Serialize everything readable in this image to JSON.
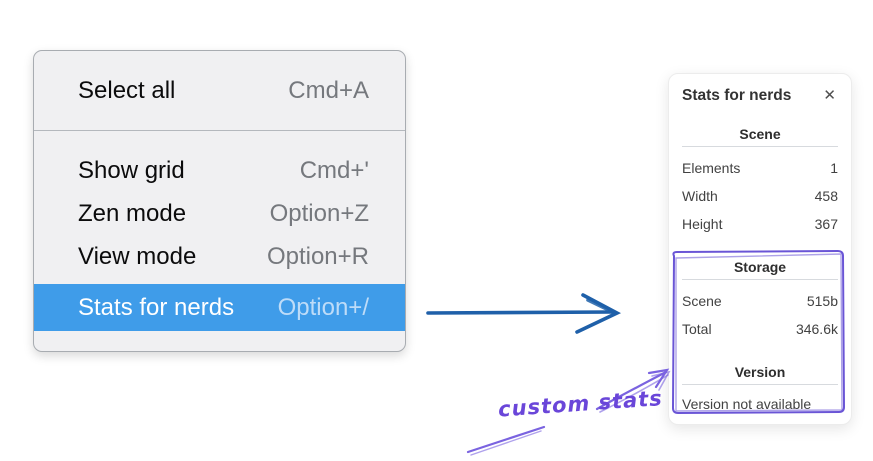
{
  "colors": {
    "menu_highlight_blue": "#3f9ce9",
    "pointer_arrow_blue": "#1f60a9",
    "annotation_purple": "#6a50d8",
    "menu_background": "#f0f0f2"
  },
  "menu": {
    "items": [
      {
        "label": "Select all",
        "shortcut": "Cmd+A",
        "highlighted": false
      },
      {
        "label": "Show grid",
        "shortcut": "Cmd+'",
        "highlighted": false
      },
      {
        "label": "Zen mode",
        "shortcut": "Option+Z",
        "highlighted": false
      },
      {
        "label": "View mode",
        "shortcut": "Option+R",
        "highlighted": false
      },
      {
        "label": "Stats for nerds",
        "shortcut": "Option+/",
        "highlighted": true
      }
    ]
  },
  "stats_panel": {
    "title": "Stats for nerds",
    "close_icon": "✕",
    "sections": [
      {
        "heading": "Scene",
        "rows": [
          {
            "label": "Elements",
            "value": "1"
          },
          {
            "label": "Width",
            "value": "458"
          },
          {
            "label": "Height",
            "value": "367"
          }
        ]
      },
      {
        "heading": "Storage",
        "rows": [
          {
            "label": "Scene",
            "value": "515b"
          },
          {
            "label": "Total",
            "value": "346.6k"
          }
        ]
      },
      {
        "heading": "Version",
        "rows": [],
        "note": "Version not available"
      }
    ]
  },
  "annotation": {
    "label": "custom stats"
  }
}
